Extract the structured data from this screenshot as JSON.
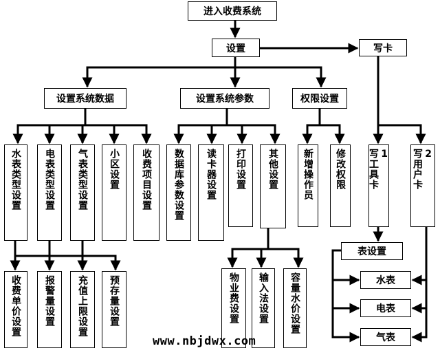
{
  "root": "进入收费系统",
  "settings": "设置",
  "write_card": "写卡",
  "groups": {
    "system_data": "设置系统数据",
    "system_params": "设置系统参数",
    "permissions": "权限设置"
  },
  "system_data_items": [
    "水表类型设置",
    "电表类型设置",
    "气表类型设置",
    "小区设置",
    "收费项目设置"
  ],
  "system_params_items": [
    "数据库参数设置",
    "读卡器设置",
    "打印设置",
    "其他设置"
  ],
  "permission_items": [
    "新增操作员",
    "修改权限"
  ],
  "write_card_items": {
    "tool_card": [
      "1",
      "写工具卡"
    ],
    "user_card": [
      "2",
      "写用户卡"
    ]
  },
  "meter_items": [
    "收费单价设置",
    "报警量设置",
    "充值上限设置",
    "预存量设置"
  ],
  "other_items": [
    "物业费设置",
    "输入法设置",
    "容量水价设置"
  ],
  "meter_settings": {
    "title": "表设置",
    "items": [
      "水表",
      "电表",
      "气表"
    ]
  },
  "watermark": "www.nbjdwx.com",
  "colors": {
    "line": "#000000",
    "box_border": "#000000",
    "background": "#ffffff"
  }
}
